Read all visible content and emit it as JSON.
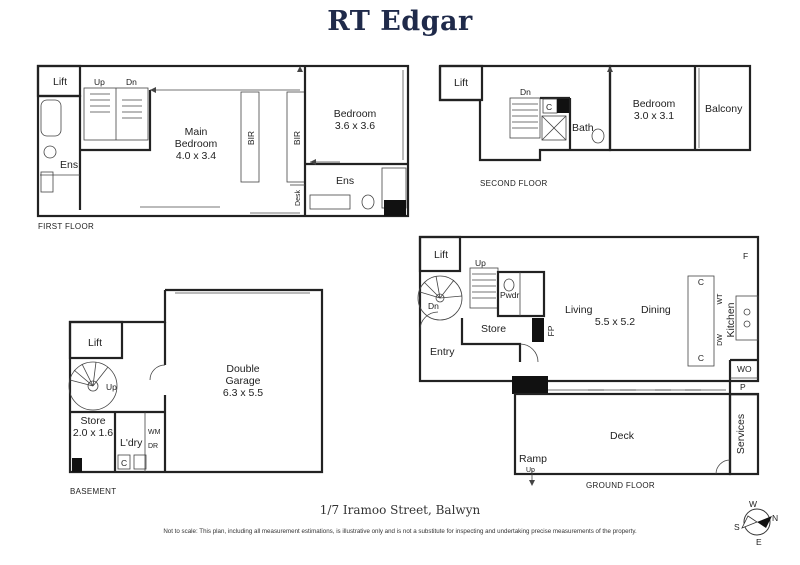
{
  "brand": "RT Edgar",
  "address": "1/7 Iramoo Street, Balwyn",
  "disclaimer": "Not to scale: This plan, including all measurement estimations, is illustrative only and is not a substitute for inspecting and undertaking precise measurements of the property.",
  "floors": {
    "first": {
      "label": "FIRST FLOOR",
      "rooms": {
        "lift": "Lift",
        "up": "Up",
        "dn": "Dn",
        "main_bedroom_name": "Main",
        "main_bedroom_name2": "Bedroom",
        "main_bedroom_size": "4.0 x 3.4",
        "bir1": "BIR",
        "bir2": "BIR",
        "bedroom_name": "Bedroom",
        "bedroom_size": "3.6 x 3.6",
        "ens1": "Ens",
        "ens2": "Ens",
        "desk": "Desk"
      }
    },
    "second": {
      "label": "SECOND FLOOR",
      "rooms": {
        "lift": "Lift",
        "dn": "Dn",
        "c": "C",
        "bath": "Bath",
        "bedroom_name": "Bedroom",
        "bedroom_size": "3.0 x 3.1",
        "balcony": "Balcony"
      }
    },
    "basement": {
      "label": "BASEMENT",
      "rooms": {
        "lift": "Lift",
        "up": "Up",
        "garage_name": "Double",
        "garage_name2": "Garage",
        "garage_size": "6.3 x 5.5",
        "store_name": "Store",
        "store_size": "2.0 x 1.6",
        "laundry": "L'dry",
        "wm": "WM",
        "dr": "DR",
        "c": "C"
      }
    },
    "ground": {
      "label": "GROUND FLOOR",
      "rooms": {
        "lift": "Lift",
        "up": "Up",
        "dn": "Dn",
        "pwdr": "Pwdr",
        "store": "Store",
        "fp": "FP",
        "entry": "Entry",
        "living": "Living",
        "dining": "Dining",
        "living_size": "5.5 x 5.2",
        "kitchen": "Kitchen",
        "c_top": "C",
        "c_bottom": "C",
        "wt": "WT",
        "dw": "DW",
        "f": "F",
        "wo": "WO",
        "p": "P",
        "deck": "Deck",
        "ramp": "Ramp",
        "ramp_up": "Up",
        "services": "Services"
      }
    }
  },
  "compass": {
    "n": "N",
    "e": "E",
    "s": "S",
    "w": "W"
  }
}
